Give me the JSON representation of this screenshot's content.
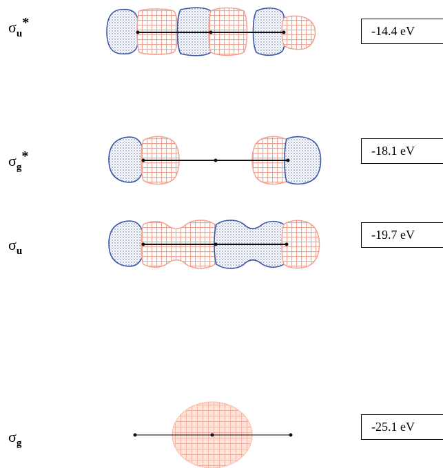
{
  "colors": {
    "positive": "#3a55a8",
    "negative": "#f0a18f",
    "bond": "#111111"
  },
  "levels": [
    {
      "symbol": "σ",
      "sub": "u",
      "star": "*",
      "energy": "-14.4 eV"
    },
    {
      "symbol": "σ",
      "sub": "g",
      "star": "*",
      "energy": "-18.1 eV"
    },
    {
      "symbol": "σ",
      "sub": "u",
      "star": "",
      "energy": "-19.7 eV"
    },
    {
      "symbol": "σ",
      "sub": "g",
      "star": "",
      "energy": "-25.1 eV"
    }
  ]
}
